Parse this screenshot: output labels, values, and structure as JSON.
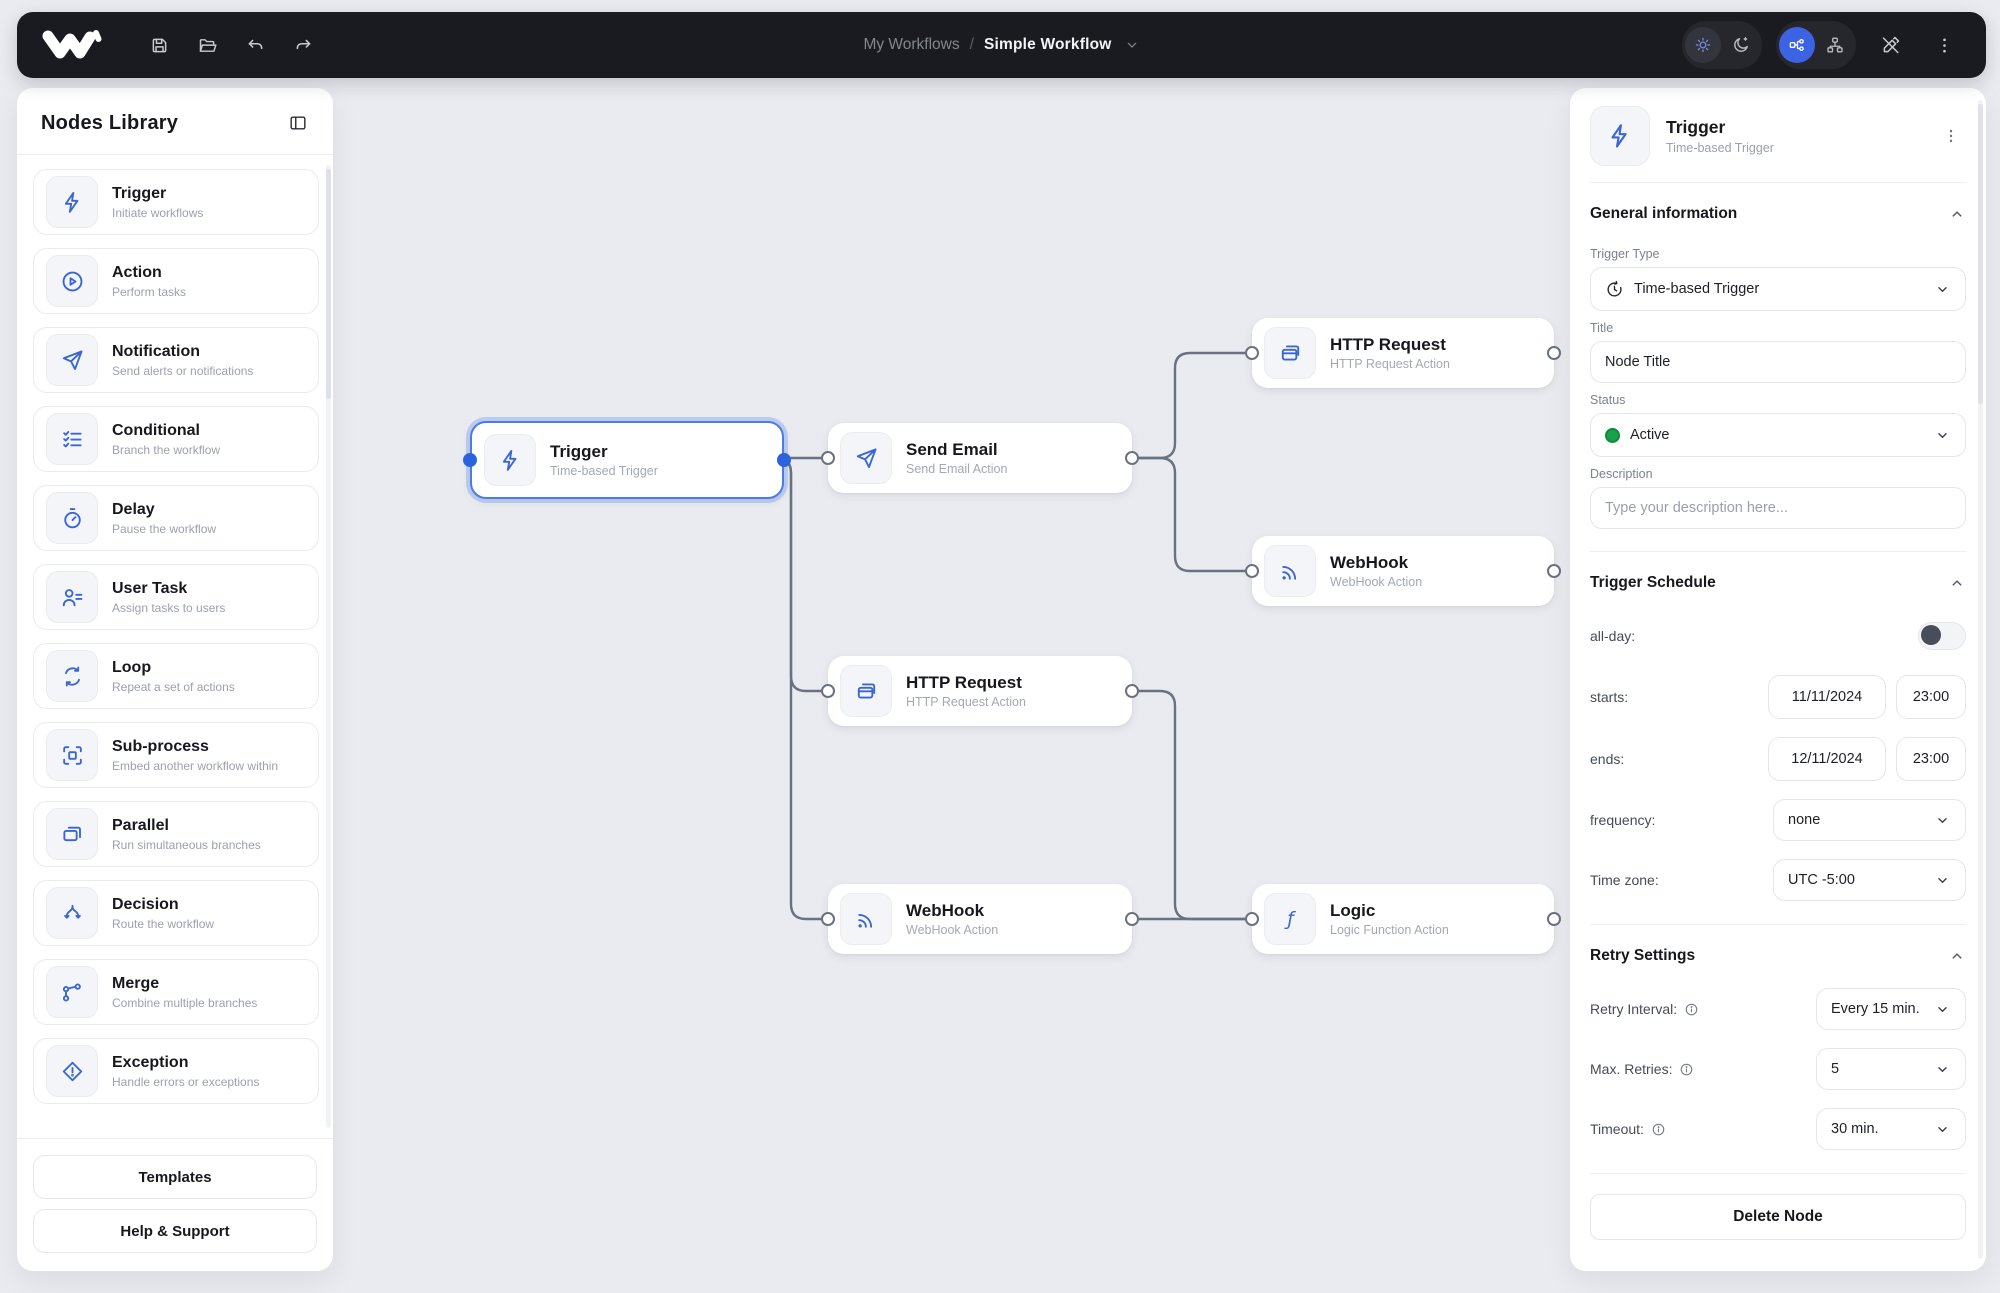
{
  "topbar": {
    "breadcrumb_parent": "My Workflows",
    "breadcrumb_sep": "/",
    "breadcrumb_current": "Simple Workflow"
  },
  "sidebar": {
    "title": "Nodes Library",
    "items": [
      {
        "label": "Trigger",
        "description": "Initiate workflows",
        "icon": "lightning"
      },
      {
        "label": "Action",
        "description": "Perform tasks",
        "icon": "play-circle"
      },
      {
        "label": "Notification",
        "description": "Send alerts or notifications",
        "icon": "send"
      },
      {
        "label": "Conditional",
        "description": "Branch the workflow",
        "icon": "checklist"
      },
      {
        "label": "Delay",
        "description": "Pause the workflow",
        "icon": "stopwatch"
      },
      {
        "label": "User Task",
        "description": "Assign tasks to users",
        "icon": "user"
      },
      {
        "label": "Loop",
        "description": "Repeat a set of actions",
        "icon": "loop"
      },
      {
        "label": "Sub-process",
        "description": "Embed another workflow within",
        "icon": "subprocess"
      },
      {
        "label": "Parallel",
        "description": "Run simultaneous branches",
        "icon": "parallel"
      },
      {
        "label": "Decision",
        "description": "Route the workflow",
        "icon": "decision"
      },
      {
        "label": "Merge",
        "description": "Combine multiple branches",
        "icon": "merge"
      },
      {
        "label": "Exception",
        "description": "Handle errors or exceptions",
        "icon": "exception"
      }
    ],
    "footer": {
      "templates": "Templates",
      "help": "Help & Support"
    }
  },
  "canvas": {
    "nodes": [
      {
        "id": "trigger",
        "title": "Trigger",
        "subtitle": "Time-based Trigger",
        "icon": "lightning",
        "selected": true
      },
      {
        "id": "send-email",
        "title": "Send Email",
        "subtitle": "Send Email Action",
        "icon": "send"
      },
      {
        "id": "http-1",
        "title": "HTTP Request",
        "subtitle": "HTTP Request Action",
        "icon": "http"
      },
      {
        "id": "webhook-1",
        "title": "WebHook",
        "subtitle": "WebHook Action",
        "icon": "webhook"
      },
      {
        "id": "http-2",
        "title": "HTTP Request",
        "subtitle": "HTTP Request Action",
        "icon": "http"
      },
      {
        "id": "webhook-2",
        "title": "WebHook",
        "subtitle": "WebHook Action",
        "icon": "webhook"
      },
      {
        "id": "logic",
        "title": "Logic",
        "subtitle": "Logic Function Action",
        "icon": "function"
      }
    ],
    "edges": [
      [
        "trigger",
        "send-email"
      ],
      [
        "trigger",
        "http-2"
      ],
      [
        "trigger",
        "webhook-2"
      ],
      [
        "send-email",
        "http-1"
      ],
      [
        "send-email",
        "webhook-1"
      ],
      [
        "http-2",
        "logic"
      ],
      [
        "webhook-2",
        "logic"
      ]
    ]
  },
  "inspector": {
    "header": {
      "title": "Trigger",
      "subtitle": "Time-based Trigger"
    },
    "general": {
      "title": "General information",
      "trigger_type_label": "Trigger Type",
      "trigger_type": "Time-based Trigger",
      "title_label": "Title",
      "title_value": "Node Title",
      "status_label": "Status",
      "status": "Active",
      "description_label": "Description",
      "description_placeholder": "Type your description here..."
    },
    "schedule": {
      "title": "Trigger Schedule",
      "all_day_label": "all-day:",
      "starts_label": "starts:",
      "starts_date": "11/11/2024",
      "starts_time": "23:00",
      "ends_label": "ends:",
      "ends_date": "12/11/2024",
      "ends_time": "23:00",
      "frequency_label": "frequency:",
      "frequency_value": "none",
      "timezone_label": "Time zone:",
      "timezone_value": "UTC -5:00"
    },
    "retry": {
      "title": "Retry Settings",
      "interval_label": "Retry Interval:",
      "interval_value": "Every 15 min.",
      "max_label": "Max. Retries:",
      "max_value": "5",
      "timeout_label": "Timeout:",
      "timeout_value": "30 min."
    },
    "delete_label": "Delete Node"
  },
  "colors": {
    "topbar_bg": "#1a1b20",
    "accent_blue": "#3a66d4",
    "selected_border": "#4b7be8",
    "edge_gray": "#6a7280",
    "status_green": "#17a24a",
    "canvas_bg": "#e9ebf0"
  }
}
